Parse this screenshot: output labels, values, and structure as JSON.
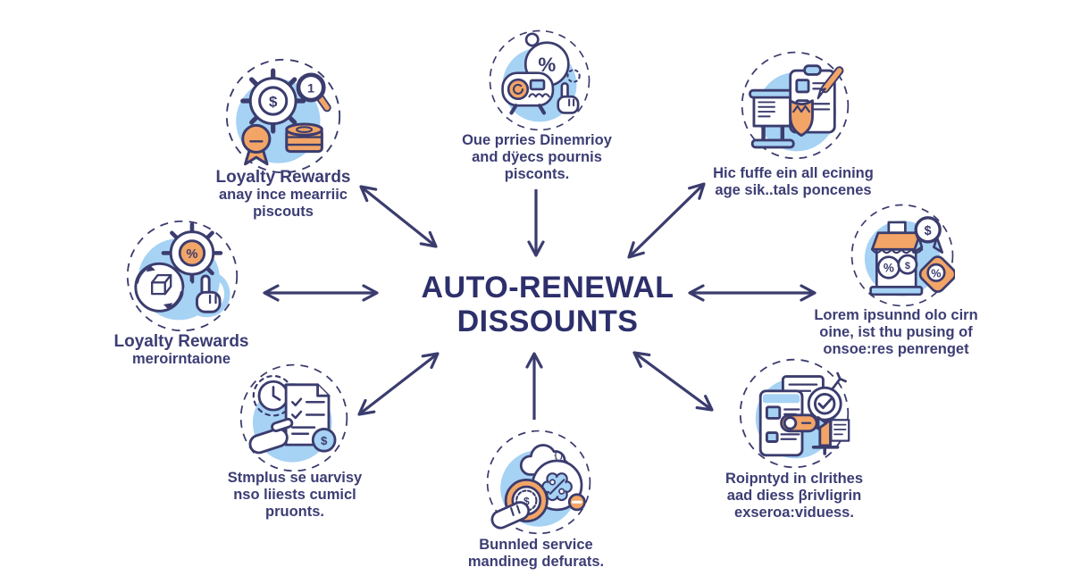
{
  "title": {
    "line1": "AUTO-RENEWAL",
    "line2": "DISSOUNTS"
  },
  "colors": {
    "navy_stroke": "#3b3c6e",
    "title_navy": "#2d2f6b",
    "caption_navy": "#3c3d74",
    "accent_orange": "#f2a566",
    "light_blue": "#a6d2f4",
    "background": "#ffffff"
  },
  "nodes": [
    {
      "position": "top-left",
      "icon": "rewards-coins-icon",
      "lines": [
        "Loyalty Rewards",
        "anay ince mearriic",
        "piscouts"
      ]
    },
    {
      "position": "top-center",
      "icon": "discount-announcement-icon",
      "lines": [
        "Oue prries Dinemrioy",
        "and dÿecs pournis",
        "pisconts."
      ]
    },
    {
      "position": "top-right",
      "icon": "checklist-shield-icon",
      "lines": [
        "Hic fuffe ein all ecining",
        "age sik..tals poncenes"
      ]
    },
    {
      "position": "left",
      "icon": "renewal-cycle-icon",
      "lines": [
        "Loyalty Rewards",
        "meroirntaione"
      ]
    },
    {
      "position": "right",
      "icon": "store-pricing-icon",
      "lines": [
        "Lorem ipsunnd olo cirn",
        "oine, ist thu pusing of",
        "onsoe:res penrenget"
      ]
    },
    {
      "position": "bottom-left",
      "icon": "contract-checklist-icon",
      "lines": [
        "Stmplus se uarvisy",
        "nso liiests cumicl",
        "pruonts."
      ]
    },
    {
      "position": "bottom-center",
      "icon": "bundled-coin-icon",
      "lines": [
        "Bunnled service",
        "mandineg defurats."
      ]
    },
    {
      "position": "bottom-right",
      "icon": "device-toggle-icon",
      "lines": [
        "Roipntyd in clrithes",
        "aad diess βrivligrin",
        "exseroa:viduess."
      ]
    }
  ],
  "arrows": [
    {
      "name": "arrow-topleft",
      "type": "double-diagonal"
    },
    {
      "name": "arrow-top",
      "type": "single-down"
    },
    {
      "name": "arrow-topright",
      "type": "double-diagonal"
    },
    {
      "name": "arrow-left",
      "type": "double-horizontal"
    },
    {
      "name": "arrow-right",
      "type": "double-horizontal"
    },
    {
      "name": "arrow-bottomleft",
      "type": "double-diagonal"
    },
    {
      "name": "arrow-bottom",
      "type": "single-up"
    },
    {
      "name": "arrow-bottomright",
      "type": "double-diagonal"
    }
  ]
}
